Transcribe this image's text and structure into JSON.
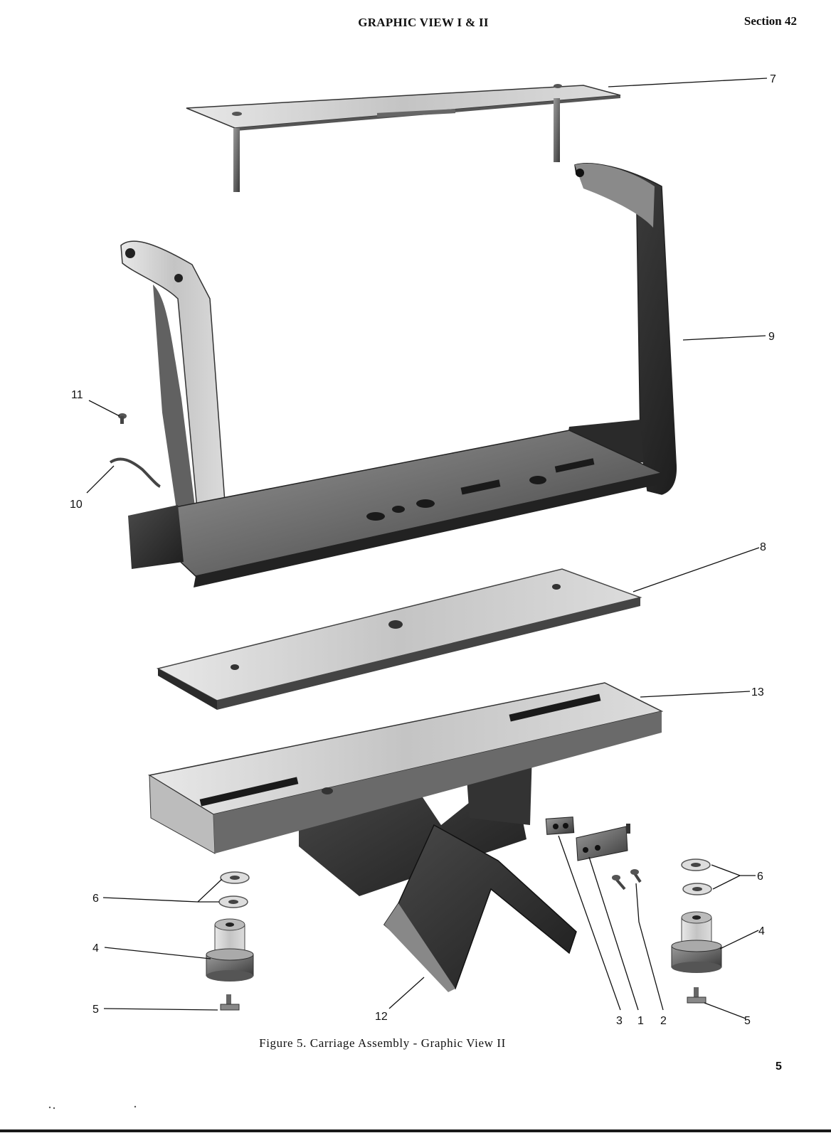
{
  "header": {
    "title": "GRAPHIC VIEW I & II",
    "section": "Section 42"
  },
  "figure": {
    "caption": "Figure 5.  Carriage Assembly - Graphic View II",
    "callouts": {
      "c7": "7",
      "c9": "9",
      "c11": "11",
      "c10": "10",
      "c8": "8",
      "c13": "13",
      "c6_left": "6",
      "c6_right": "6",
      "c4_left": "4",
      "c4_right": "4",
      "c5_left": "5",
      "c5_right": "5",
      "c12": "12",
      "c3": "3",
      "c1": "1",
      "c2": "2"
    }
  },
  "footer": {
    "page_number": "5"
  }
}
